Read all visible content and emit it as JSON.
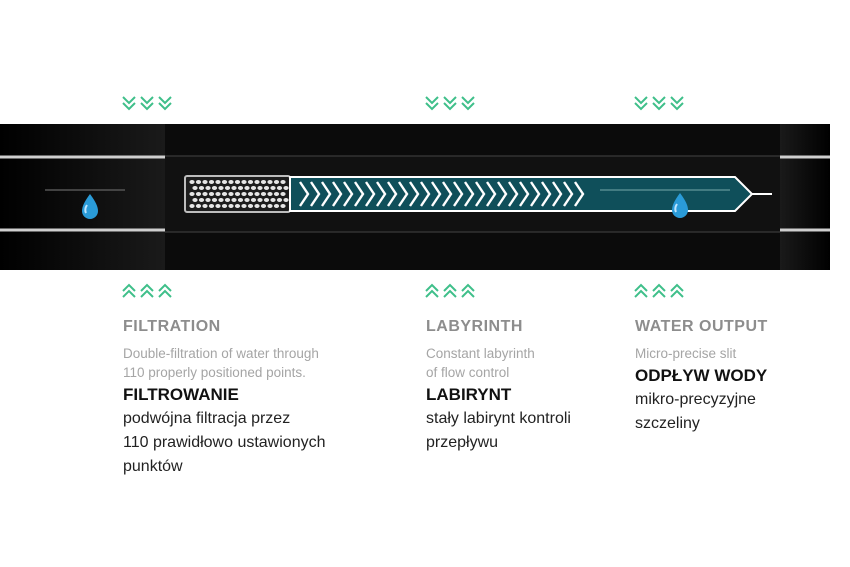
{
  "colors": {
    "accent": "#3fbf8a",
    "pipe": "#0d0d0d",
    "labyrinth": "#0f4f5a",
    "drop": "#2a9bd8"
  },
  "icons": {
    "arrow_down": "chevron-down-icon",
    "arrow_up": "chevron-up-icon",
    "drop": "water-drop-icon"
  },
  "sections": [
    {
      "en_title": "FILTRATION",
      "en_desc": "Double-filtration of water through\n110 properly positioned points.",
      "pl_title": "FILTROWANIE",
      "pl_desc": "podwójna filtracja przez\n110 prawidłowo ustawionych\npunktów"
    },
    {
      "en_title": "LABYRINTH",
      "en_desc": "Constant labyrinth\nof flow control",
      "pl_title": "LABIRYNT",
      "pl_desc": "stały labirynt kontroli\nprzepływu"
    },
    {
      "en_title": "WATER OUTPUT",
      "en_desc": "Micro-precise slit",
      "pl_title": "ODPŁYW WODY",
      "pl_desc": "mikro-precyzyjne\nszczeliny"
    }
  ]
}
